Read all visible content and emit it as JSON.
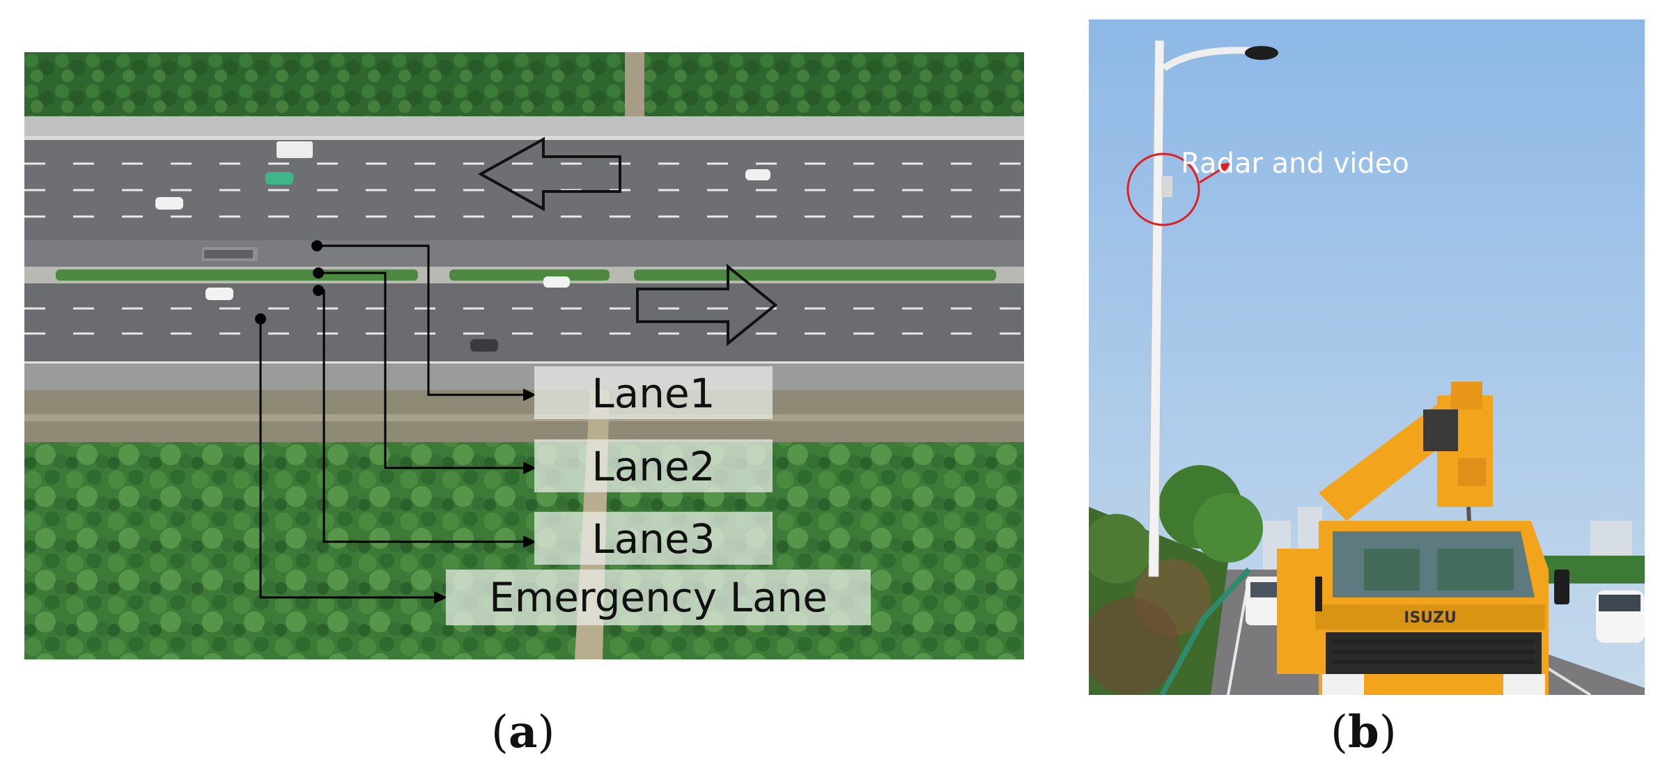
{
  "panel_a": {
    "lanes": [
      {
        "label": "Lane1"
      },
      {
        "label": "Lane2"
      },
      {
        "label": "Lane3"
      },
      {
        "label": "Emergency Lane"
      }
    ],
    "caption": {
      "open": "(",
      "letter": "a",
      "close": ")"
    }
  },
  "panel_b": {
    "annotation": "Radar and video",
    "truck_badge": "ISUZU",
    "caption": {
      "open": "(",
      "letter": "b",
      "close": ")"
    }
  },
  "colors": {
    "forest": "#3f7a3a",
    "road": "#6f7073",
    "sky": "#9ec3ea",
    "truck": "#f2a41c",
    "annotation_red": "#e02020"
  }
}
